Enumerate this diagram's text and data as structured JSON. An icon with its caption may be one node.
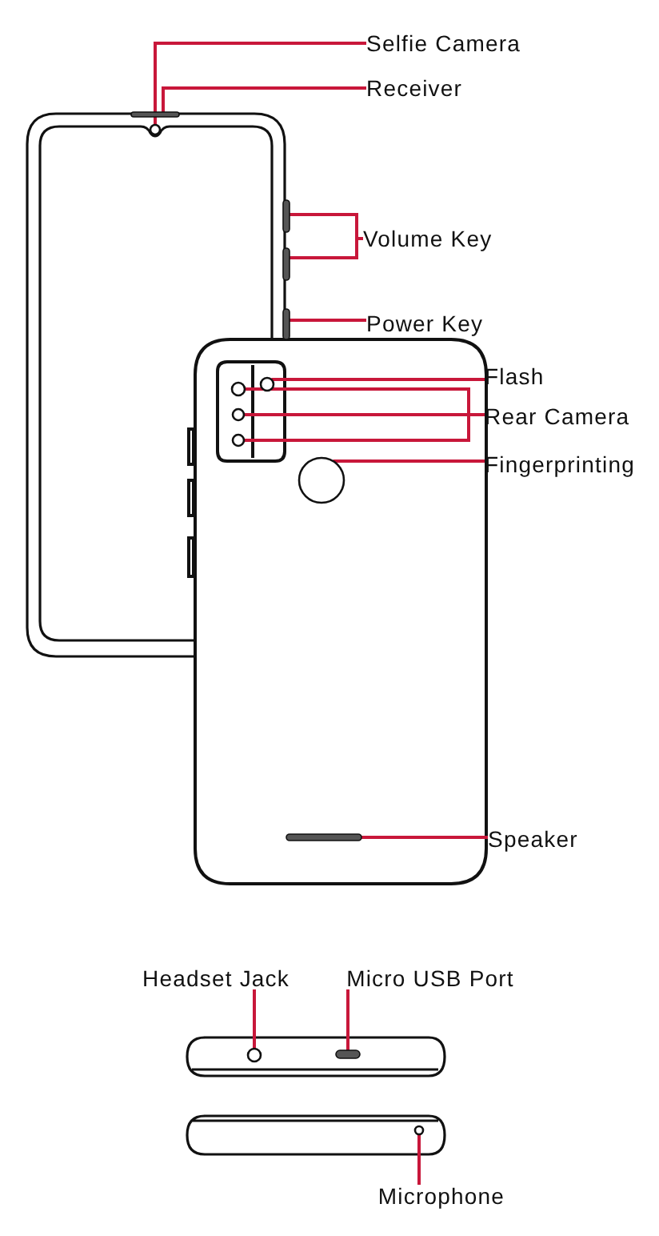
{
  "diagram": {
    "nodes": [
      {
        "text": [
          "Selfie Camera"
        ]
      },
      {
        "text": [
          "Receiver"
        ]
      },
      {
        "text": [
          "Volume Key"
        ]
      },
      {
        "text": [
          "Power Key"
        ]
      },
      {
        "text": [
          "Flash"
        ]
      },
      {
        "text": [
          "Rear Camera"
        ]
      },
      {
        "text": [
          "Fingerprinting"
        ]
      },
      {
        "text": [
          "Speaker"
        ]
      },
      {
        "text": [
          "Headset Jack"
        ]
      },
      {
        "text": [
          "Micro USB Port"
        ]
      },
      {
        "text": [
          "Microphone"
        ]
      },
      {
        "text": [],
        "shape": "circle"
      },
      {
        "text": [],
        "shape": "bar"
      },
      {
        "text": [],
        "shape": "bar"
      },
      {
        "text": [],
        "shape": "bar"
      },
      {
        "text": [],
        "shape": "bar"
      },
      {
        "text": [],
        "shape": "circle"
      },
      {
        "text": [],
        "shape": "circle"
      },
      {
        "text": [],
        "shape": "circle"
      },
      {
        "text": [],
        "shape": "circle"
      },
      {
        "text": [],
        "shape": "circle"
      },
      {
        "text": [],
        "shape": "bar"
      },
      {
        "text": [],
        "shape": "circle"
      },
      {
        "text": [],
        "shape": "bar"
      },
      {
        "text": [],
        "shape": "circle"
      }
    ],
    "edges": [
      {
        "from": 0,
        "to": 11,
        "arrow": "none"
      },
      {
        "from": 1,
        "to": 12,
        "arrow": "none"
      },
      {
        "from": 2,
        "to": 13,
        "arrow": "none"
      },
      {
        "from": 2,
        "to": 14,
        "arrow": "none"
      },
      {
        "from": 3,
        "to": 15,
        "arrow": "none"
      },
      {
        "from": 4,
        "to": 16,
        "arrow": "none"
      },
      {
        "from": 5,
        "to": 17,
        "arrow": "none"
      },
      {
        "from": 5,
        "to": 18,
        "arrow": "none"
      },
      {
        "from": 5,
        "to": 19,
        "arrow": "none"
      },
      {
        "from": 6,
        "to": 20,
        "arrow": "none"
      },
      {
        "from": 7,
        "to": 21,
        "arrow": "none"
      },
      {
        "from": 8,
        "to": 22,
        "arrow": "none"
      },
      {
        "from": 9,
        "to": 23,
        "arrow": "none"
      },
      {
        "from": 10,
        "to": 24,
        "arrow": "none"
      }
    ]
  }
}
